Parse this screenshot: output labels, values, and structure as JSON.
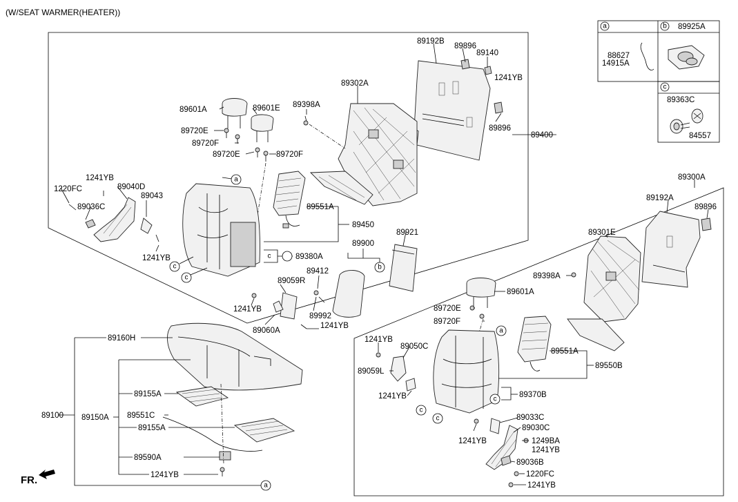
{
  "header": "(W/SEAT WARMER(HEATER))",
  "fr": "FR.",
  "callouts": {
    "a": "a",
    "b": "b",
    "c": "c"
  },
  "legend": {
    "a_parts": [
      "88627",
      "14915A"
    ],
    "b_part": "89925A",
    "c_parts": [
      "89363C",
      "84557"
    ]
  },
  "upper_assembly": {
    "assembly": "89400",
    "labels": [
      "89192B",
      "89896",
      "89140",
      "1241YB",
      "89302A",
      "89398A",
      "89896",
      "89601A",
      "89601E",
      "89720E",
      "89720F",
      "89720E",
      "89720F",
      "1241YB",
      "89040D",
      "89043",
      "1220FC",
      "89036C",
      "1241YB",
      "89551A",
      "89450",
      "89380A",
      "89921",
      "89900",
      "89412",
      "89059R",
      "1241YB",
      "89992",
      "1241YB",
      "89060A"
    ]
  },
  "lower_right_assembly": {
    "assembly": "89300A",
    "labels": [
      "89192A",
      "89896",
      "89301E",
      "89398A",
      "89601A",
      "89720E",
      "89720F",
      "1241YB",
      "89050C",
      "89059L",
      "1241YB",
      "89551A",
      "89550B",
      "89370B",
      "89033C",
      "89030C",
      "1241YB",
      "1249BA",
      "1241YB",
      "89036B",
      "1220FC",
      "1241YB"
    ]
  },
  "cushion_assembly": {
    "assembly": "89100",
    "labels": [
      "89160H",
      "89150A",
      "89155A",
      "89551C",
      "89155A",
      "89590A",
      "1241YB"
    ]
  }
}
